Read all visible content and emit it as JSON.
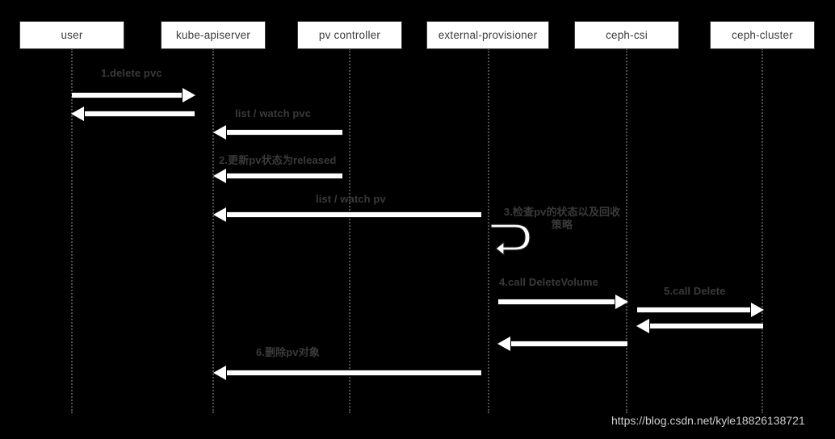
{
  "diagram": {
    "type": "sequence",
    "background_color": "#000000",
    "actor_box_color": "#ffffff",
    "actor_text_color": "#3d3d3d",
    "lifeline_color": "#4f4f4f",
    "arrow_color": "#ffffff",
    "label_color": "#3a3a3a",
    "title": "",
    "actors": [
      {
        "id": "user",
        "label": "user"
      },
      {
        "id": "kube-apiserver",
        "label": "kube-apiserver"
      },
      {
        "id": "pv-controller",
        "label": "pv controller"
      },
      {
        "id": "external-provisioner",
        "label": "external-provisioner"
      },
      {
        "id": "ceph-csi",
        "label": "ceph-csi"
      },
      {
        "id": "ceph-cluster",
        "label": "ceph-cluster"
      }
    ],
    "messages": [
      {
        "step": "1",
        "label": "1.delete pvc",
        "from": "user",
        "to": "kube-apiserver",
        "direction": "right",
        "kind": "call"
      },
      {
        "step": "",
        "label": "",
        "from": "kube-apiserver",
        "to": "user",
        "direction": "left",
        "kind": "return"
      },
      {
        "step": "",
        "label": "list / watch pvc",
        "from": "pv-controller",
        "to": "kube-apiserver",
        "direction": "left",
        "kind": "call"
      },
      {
        "step": "2",
        "label": "2.更新pv状态为released",
        "from": "pv-controller",
        "to": "kube-apiserver",
        "direction": "left",
        "kind": "call"
      },
      {
        "step": "",
        "label": "list / watch pv",
        "from": "external-provisioner",
        "to": "kube-apiserver",
        "direction": "left",
        "kind": "call"
      },
      {
        "step": "3",
        "label": "3.检查pv的状态以及回收策略",
        "from": "external-provisioner",
        "to": "external-provisioner",
        "direction": "self",
        "kind": "self"
      },
      {
        "step": "4",
        "label": "4.call DeleteVolume",
        "from": "external-provisioner",
        "to": "ceph-csi",
        "direction": "right",
        "kind": "call"
      },
      {
        "step": "5",
        "label": "5.call Delete",
        "from": "ceph-csi",
        "to": "ceph-cluster",
        "direction": "right",
        "kind": "call"
      },
      {
        "step": "",
        "label": "",
        "from": "ceph-cluster",
        "to": "ceph-csi",
        "direction": "left",
        "kind": "return"
      },
      {
        "step": "",
        "label": "",
        "from": "ceph-csi",
        "to": "external-provisioner",
        "direction": "left",
        "kind": "return"
      },
      {
        "step": "6",
        "label": "6.删除pv对象",
        "from": "external-provisioner",
        "to": "kube-apiserver",
        "direction": "left",
        "kind": "call"
      }
    ]
  },
  "watermark": {
    "text": "https://blog.csdn.net/kyle18826138721"
  }
}
